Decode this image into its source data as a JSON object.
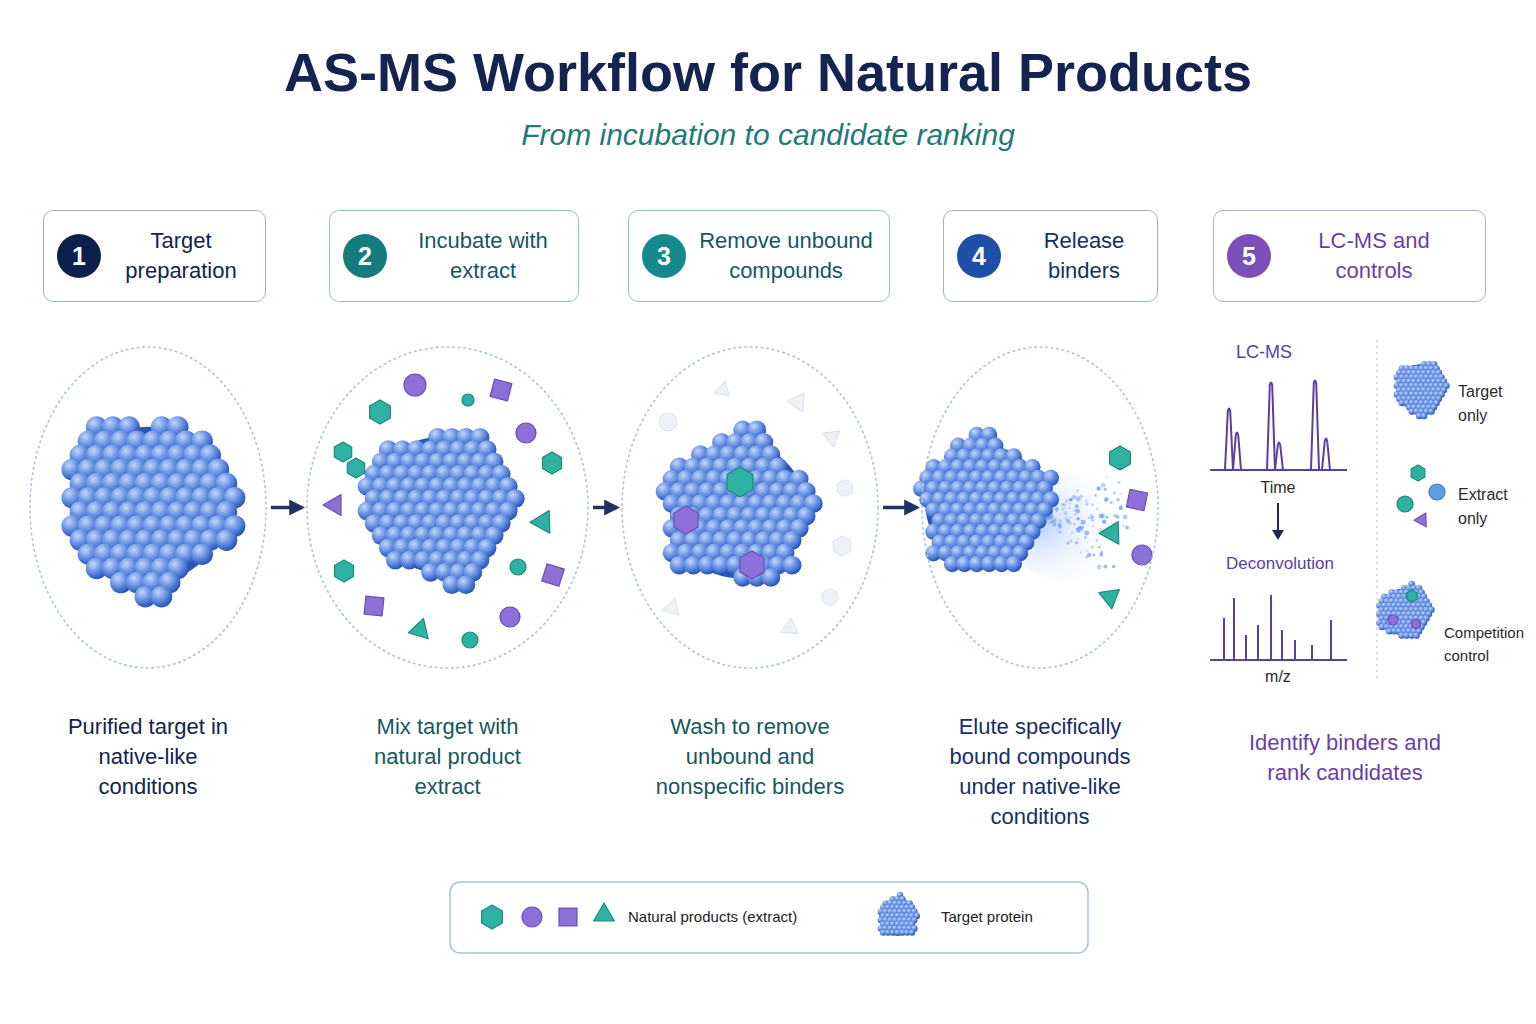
{
  "diagram": {
    "title": "AS-MS Workflow for Natural Products",
    "caption": "From incubation to candidate ranking",
    "nodes": [
      {
        "text": [
          "Target preparation"
        ]
      },
      {
        "text": [
          "1"
        ],
        "in": 0
      },
      {
        "text": [
          "Incubate with extract"
        ]
      },
      {
        "text": [
          "2"
        ],
        "in": 2
      },
      {
        "text": [
          "Remove unbound compounds"
        ]
      },
      {
        "text": [
          "3"
        ],
        "in": 4
      },
      {
        "text": [
          "Release binders"
        ]
      },
      {
        "text": [
          "4"
        ],
        "in": 6
      },
      {
        "text": [
          "LC-MS and controls"
        ]
      },
      {
        "text": [
          "5"
        ],
        "in": 8
      },
      {
        "text": [
          "Purified target in native-like conditions"
        ]
      },
      {
        "text": [
          "Mix target with natural product extract"
        ]
      },
      {
        "text": [
          "Wash to remove unbound and nonspecific binders"
        ]
      },
      {
        "text": [
          "Elute specifically bound compounds under native-like conditions"
        ]
      }
    ],
    "edges": [
      {
        "from": 10,
        "to": 11,
        "arrow": "to"
      },
      {
        "from": 11,
        "to": 12,
        "arrow": "to"
      },
      {
        "from": 12,
        "to": 13,
        "arrow": "to"
      }
    ],
    "labels": [
      "LC-MS",
      "Time",
      "Deconvolution",
      "m/z",
      "Target only",
      "Extract only",
      "Competition control",
      "Identify binders and rank candidates"
    ],
    "legend": [
      {
        "text": "Natural products (extract)"
      },
      {
        "text": "Target protein"
      }
    ]
  }
}
